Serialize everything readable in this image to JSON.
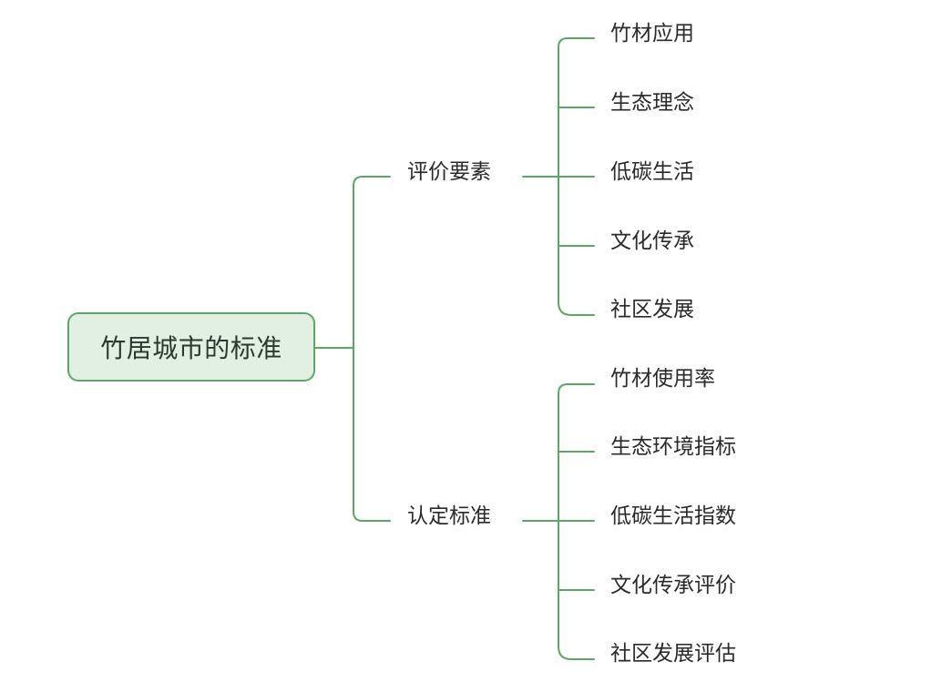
{
  "diagram": {
    "root": {
      "label": "竹居城市的标准"
    },
    "branches": [
      {
        "label": "评价要素",
        "children": [
          "竹材应用",
          "生态理念",
          "低碳生活",
          "文化传承",
          "社区发展"
        ]
      },
      {
        "label": "认定标准",
        "children": [
          "竹材使用率",
          "生态环境指标",
          "低碳生活指数",
          "文化传承评价",
          "社区发展评估"
        ]
      }
    ],
    "colors": {
      "line": "#5aa862",
      "root_fill": "#e2efe3",
      "root_border": "#5aa862",
      "text": "#2a2a2a"
    }
  }
}
